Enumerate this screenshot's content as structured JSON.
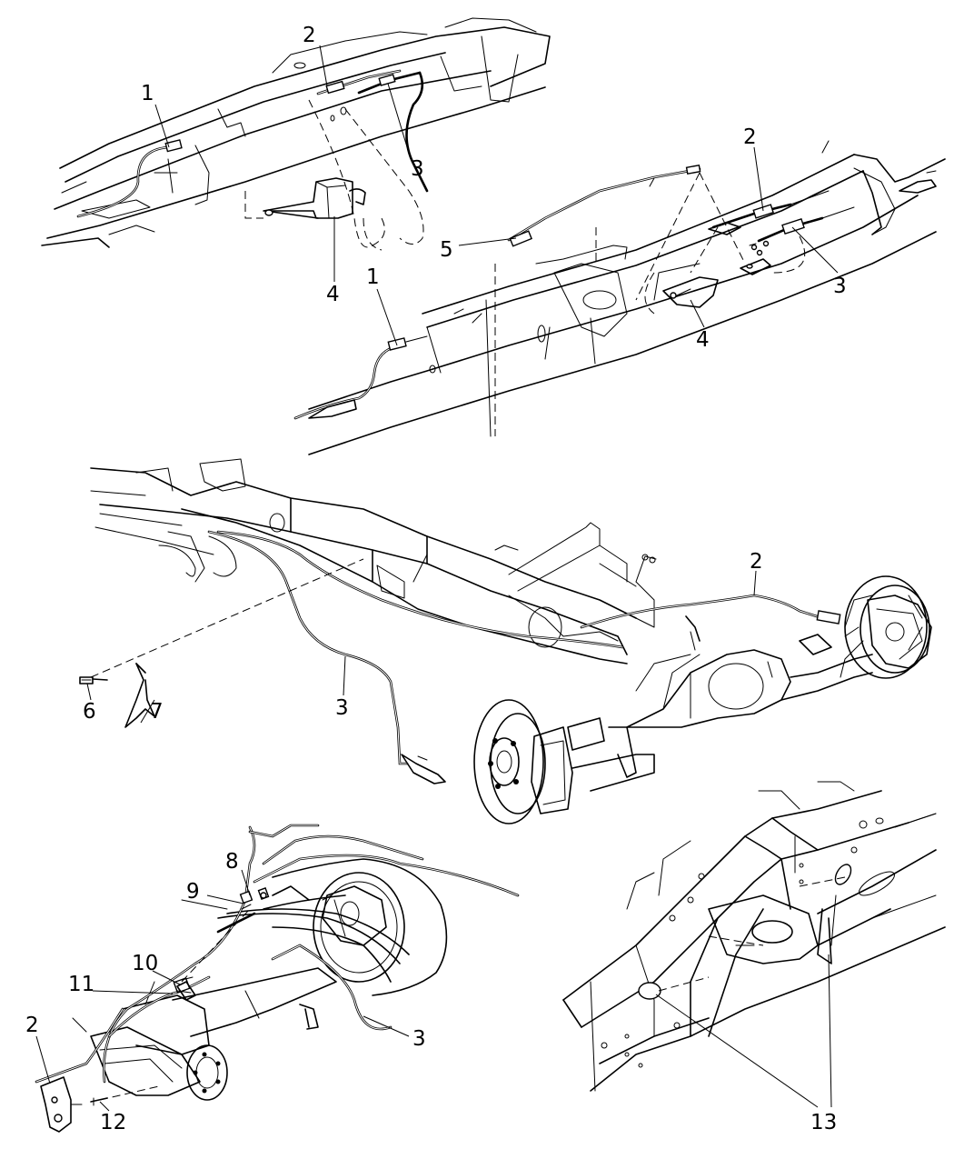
{
  "callouts": {
    "v1": {
      "c1": "1",
      "c2": "2",
      "c3": "3",
      "c4": "4"
    },
    "v2": {
      "c2": "2",
      "c3": "3",
      "c5": "5",
      "c1": "1",
      "c4": "4"
    },
    "v3": {
      "c2": "2",
      "c3": "3",
      "c6": "6",
      "c7": "7"
    },
    "v4": {
      "c8": "8",
      "c9": "9",
      "c10": "10",
      "c11": "11",
      "c2": "2",
      "c3": "3",
      "c12": "12"
    },
    "v5": {
      "c13": "13"
    }
  }
}
